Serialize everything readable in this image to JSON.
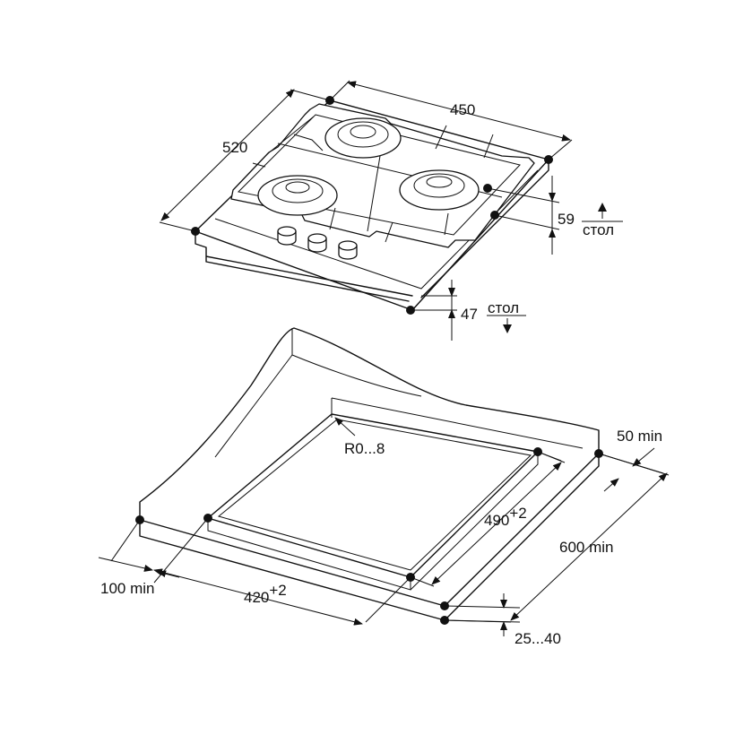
{
  "hob": {
    "width_label": "450",
    "depth_label": "520",
    "height_label": "59",
    "height_ref": "стол",
    "builtin_label": "47",
    "builtin_ref": "стол"
  },
  "cutout": {
    "radius_label": "R0...8",
    "back_clearance_label": "50 min",
    "depth_label": "490",
    "depth_tol": "+2",
    "worktop_depth_label": "600 min",
    "side_clearance_label": "100 min",
    "width_label": "420",
    "width_tol": "+2",
    "thickness_label": "25...40"
  }
}
